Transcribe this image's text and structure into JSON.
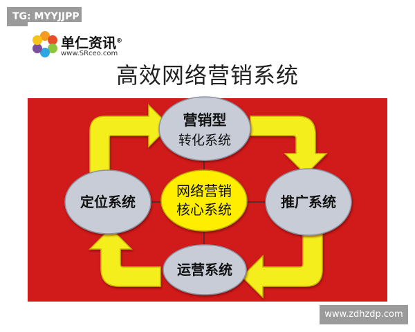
{
  "tag": "TG: MYYJJPP",
  "watermark": "www.zdhzdp.com",
  "logo": {
    "name": "单仁资讯",
    "registered": "®",
    "url": "www.SRceo.com"
  },
  "title": "高效网络营销系统",
  "nodes": {
    "top": [
      "营销型",
      "转化系统"
    ],
    "left": [
      "定位系统"
    ],
    "right": [
      "推广系统"
    ],
    "bottom": [
      "运营系统"
    ],
    "center": [
      "网络营销",
      "核心系统"
    ]
  },
  "colors": {
    "background_panel": "#d11a1a",
    "node_fill": "#c7ccd6",
    "center_fill": "#ffee00",
    "arrow": "#f4ef1a",
    "tag_bg": "#9b9b9b"
  }
}
